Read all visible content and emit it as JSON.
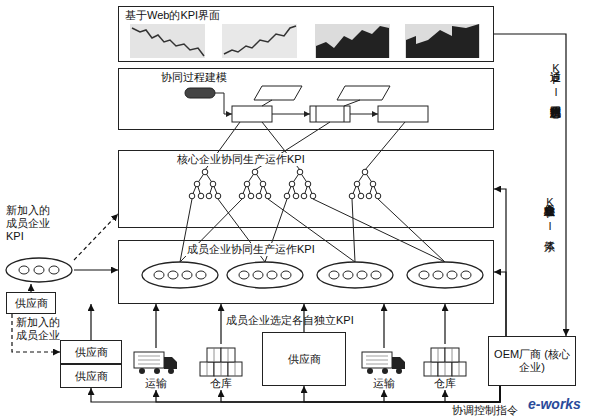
{
  "diagram": {
    "nodes": [
      {
        "text": [
          "基于Web的KPI界面"
        ]
      },
      {
        "text": [
          "协同过程建模"
        ]
      },
      {
        "text": [
          "核心企业协同生产运作KPI"
        ]
      },
      {
        "text": [
          "成员企业协同生产运作KPI"
        ]
      },
      {
        "text": [
          "新加入的成员企业KPI"
        ]
      },
      {
        "text": [
          "供应商"
        ]
      },
      {
        "text": [
          "供应商"
        ]
      },
      {
        "text": [
          "供应商"
        ]
      },
      {
        "text": [
          "运输"
        ]
      },
      {
        "text": [
          "仓库"
        ]
      },
      {
        "text": [
          "供应商"
        ]
      },
      {
        "text": [
          "运输"
        ]
      },
      {
        "text": [
          "仓库"
        ]
      },
      {
        "text": [
          "OEM厂商 (核心企业)"
        ]
      }
    ],
    "edges": [
      {
        "from": 0,
        "to": 13,
        "arrow": "to",
        "label": "通过KPI值观测协同过程状态"
      },
      {
        "from": 13,
        "to": 2,
        "arrow": "to",
        "label": "核心企业建立全局KPI体系"
      },
      {
        "from": 13,
        "to": 3,
        "arrow": "to"
      },
      {
        "from": 4,
        "to": 2,
        "arrow": "to"
      },
      {
        "from": 4,
        "to": 3,
        "arrow": "to"
      },
      {
        "from": 5,
        "to": 4,
        "arrow": "to"
      },
      {
        "from": 5,
        "to": 6,
        "arrow": "to",
        "label": "新加入的成员企业"
      },
      {
        "from": 6,
        "to": 3,
        "arrow": "to"
      },
      {
        "from": 8,
        "to": 3,
        "arrow": "to"
      },
      {
        "from": 9,
        "to": 3,
        "arrow": "to"
      },
      {
        "from": 10,
        "to": 3,
        "arrow": "to"
      },
      {
        "from": 11,
        "to": 3,
        "arrow": "to"
      },
      {
        "from": 12,
        "to": 3,
        "arrow": "to"
      },
      {
        "from": 13,
        "to": 7,
        "arrow": "to",
        "label": "协调控制指令"
      },
      {
        "from": 13,
        "to": 8,
        "arrow": "to"
      },
      {
        "from": 13,
        "to": 9,
        "arrow": "to"
      },
      {
        "from": 13,
        "to": 10,
        "arrow": "to"
      },
      {
        "from": 13,
        "to": 11,
        "arrow": "to"
      },
      {
        "from": 13,
        "to": 12,
        "arrow": "to"
      }
    ],
    "labels": [
      "成员企业选定各自独立KPI",
      "e-works"
    ]
  }
}
